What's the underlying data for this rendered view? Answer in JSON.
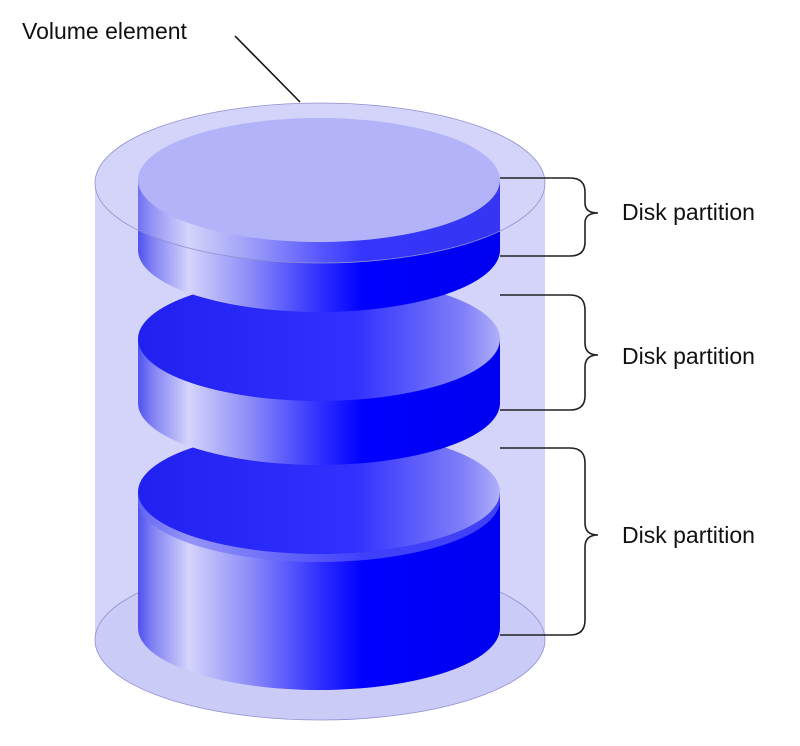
{
  "title_label": "Volume element",
  "partitions": [
    {
      "label": "Disk partition"
    },
    {
      "label": "Disk partition"
    },
    {
      "label": "Disk partition"
    }
  ],
  "colors": {
    "volume_fill": "#d4d4fa",
    "disk_top": "#a8a8f8",
    "disk_dark": "#0000ff",
    "disk_light": "#d0d0fa"
  }
}
